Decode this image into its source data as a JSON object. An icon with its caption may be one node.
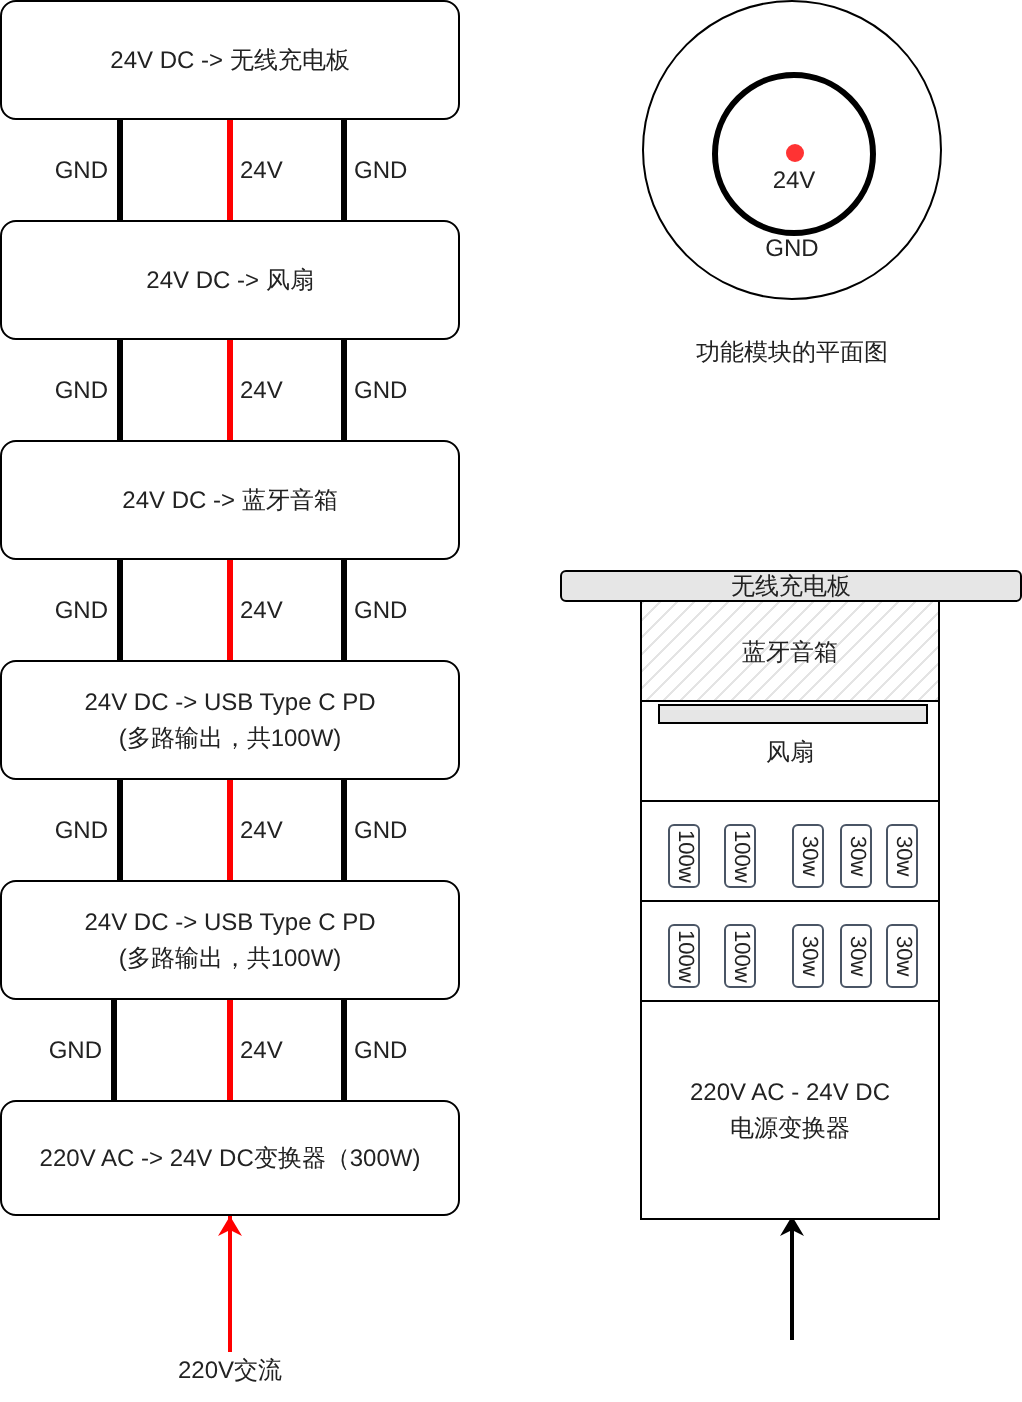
{
  "diagram": {
    "nodes": [
      {
        "text": [
          "24V DC -> 无线充电板"
        ]
      },
      {
        "text": [
          "24V DC -> 风扇"
        ]
      },
      {
        "text": [
          "24V DC -> 蓝牙音箱"
        ]
      },
      {
        "text": [
          "24V DC -> USB Type C PD (多路输出，共100W)"
        ]
      },
      {
        "text": [
          "24V DC -> USB Type C PD (多路输出，共100W)"
        ]
      },
      {
        "text": [
          "220V AC -> 24V DC变换器（300W)"
        ]
      },
      {
        "text": [
          "220V交流"
        ]
      },
      {
        "text": [
          "GND"
        ],
        "beside": [
          "功能模块的平面图"
        ]
      },
      {
        "text": [
          "24V"
        ],
        "in": 7
      },
      {
        "text": [
          "无线充电板"
        ]
      },
      {
        "text": [],
        "shape": "box"
      },
      {
        "text": [
          "蓝牙音箱"
        ],
        "in": 10
      },
      {
        "text": [
          "风扇"
        ],
        "in": 10
      },
      {
        "text": [],
        "shape": "box",
        "in": 10
      },
      {
        "text": [
          "100w"
        ],
        "in": 13
      },
      {
        "text": [
          "100w"
        ],
        "in": 13
      },
      {
        "text": [
          "30w"
        ],
        "in": 13
      },
      {
        "text": [
          "30w"
        ],
        "in": 13
      },
      {
        "text": [
          "30w"
        ],
        "in": 13
      },
      {
        "text": [],
        "shape": "box",
        "in": 10
      },
      {
        "text": [
          "100w"
        ],
        "in": 19
      },
      {
        "text": [
          "100w"
        ],
        "in": 19
      },
      {
        "text": [
          "30w"
        ],
        "in": 19
      },
      {
        "text": [
          "30w"
        ],
        "in": 19
      },
      {
        "text": [
          "30w"
        ],
        "in": 19
      },
      {
        "text": [
          "220V AC - 24V DC 电源变换器"
        ],
        "in": 10
      }
    ],
    "edges": [
      {
        "from": 0,
        "to": 1,
        "arrow": "none",
        "label": "GND"
      },
      {
        "from": 0,
        "to": 1,
        "arrow": "none",
        "label": "24V",
        "color": "#ff0000"
      },
      {
        "from": 0,
        "to": 1,
        "arrow": "none",
        "label": "GND"
      },
      {
        "from": 1,
        "to": 2,
        "arrow": "none",
        "label": "GND"
      },
      {
        "from": 1,
        "to": 2,
        "arrow": "none",
        "label": "24V",
        "color": "#ff0000"
      },
      {
        "from": 1,
        "to": 2,
        "arrow": "none",
        "label": "GND"
      },
      {
        "from": 2,
        "to": 3,
        "arrow": "none",
        "label": "GND"
      },
      {
        "from": 2,
        "to": 3,
        "arrow": "none",
        "label": "24V",
        "color": "#ff0000"
      },
      {
        "from": 2,
        "to": 3,
        "arrow": "none",
        "label": "GND"
      },
      {
        "from": 3,
        "to": 4,
        "arrow": "none",
        "label": "GND"
      },
      {
        "from": 3,
        "to": 4,
        "arrow": "none",
        "label": "24V",
        "color": "#ff0000"
      },
      {
        "from": 3,
        "to": 4,
        "arrow": "none",
        "label": "GND"
      },
      {
        "from": 4,
        "to": 5,
        "arrow": "none",
        "label": "GND"
      },
      {
        "from": 4,
        "to": 5,
        "arrow": "none",
        "label": "24V",
        "color": "#ff0000"
      },
      {
        "from": 4,
        "to": 5,
        "arrow": "none",
        "label": "GND"
      },
      {
        "from": 6,
        "to": 5,
        "arrow": "to",
        "color": "#ff0000"
      },
      {
        "from": null,
        "to": 25,
        "arrow": "to"
      }
    ]
  }
}
